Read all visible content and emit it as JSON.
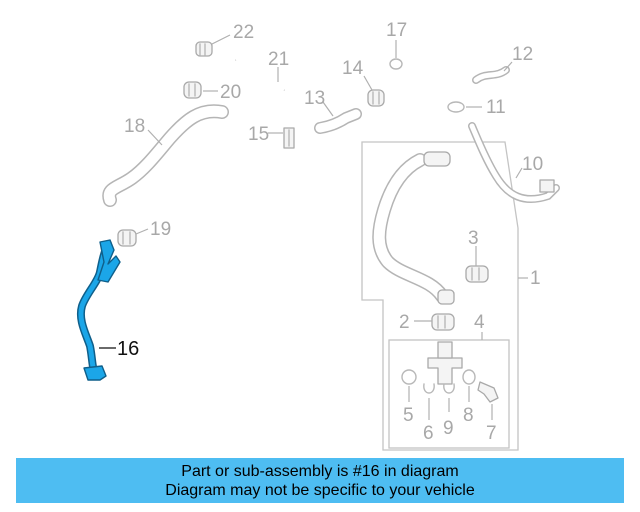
{
  "diagram": {
    "callouts": [
      {
        "id": "c1",
        "label": "1"
      },
      {
        "id": "c2",
        "label": "2"
      },
      {
        "id": "c3",
        "label": "3"
      },
      {
        "id": "c4",
        "label": "4"
      },
      {
        "id": "c5",
        "label": "5"
      },
      {
        "id": "c6",
        "label": "6"
      },
      {
        "id": "c7",
        "label": "7"
      },
      {
        "id": "c8",
        "label": "8"
      },
      {
        "id": "c9",
        "label": "9"
      },
      {
        "id": "c10",
        "label": "10"
      },
      {
        "id": "c11",
        "label": "11"
      },
      {
        "id": "c12",
        "label": "12"
      },
      {
        "id": "c13",
        "label": "13"
      },
      {
        "id": "c14",
        "label": "14"
      },
      {
        "id": "c15",
        "label": "15"
      },
      {
        "id": "c16",
        "label": "16"
      },
      {
        "id": "c17",
        "label": "17"
      },
      {
        "id": "c18",
        "label": "18"
      },
      {
        "id": "c19",
        "label": "19"
      },
      {
        "id": "c20",
        "label": "20"
      },
      {
        "id": "c21",
        "label": "21"
      },
      {
        "id": "c22",
        "label": "22"
      }
    ],
    "highlight_color": "#1ba6e8",
    "part_color": "#b8b8b8"
  },
  "banner": {
    "line1": "Part or sub-assembly is #16 in diagram",
    "line2": "Diagram may not be specific to your vehicle",
    "background": "#4ebdf2"
  }
}
